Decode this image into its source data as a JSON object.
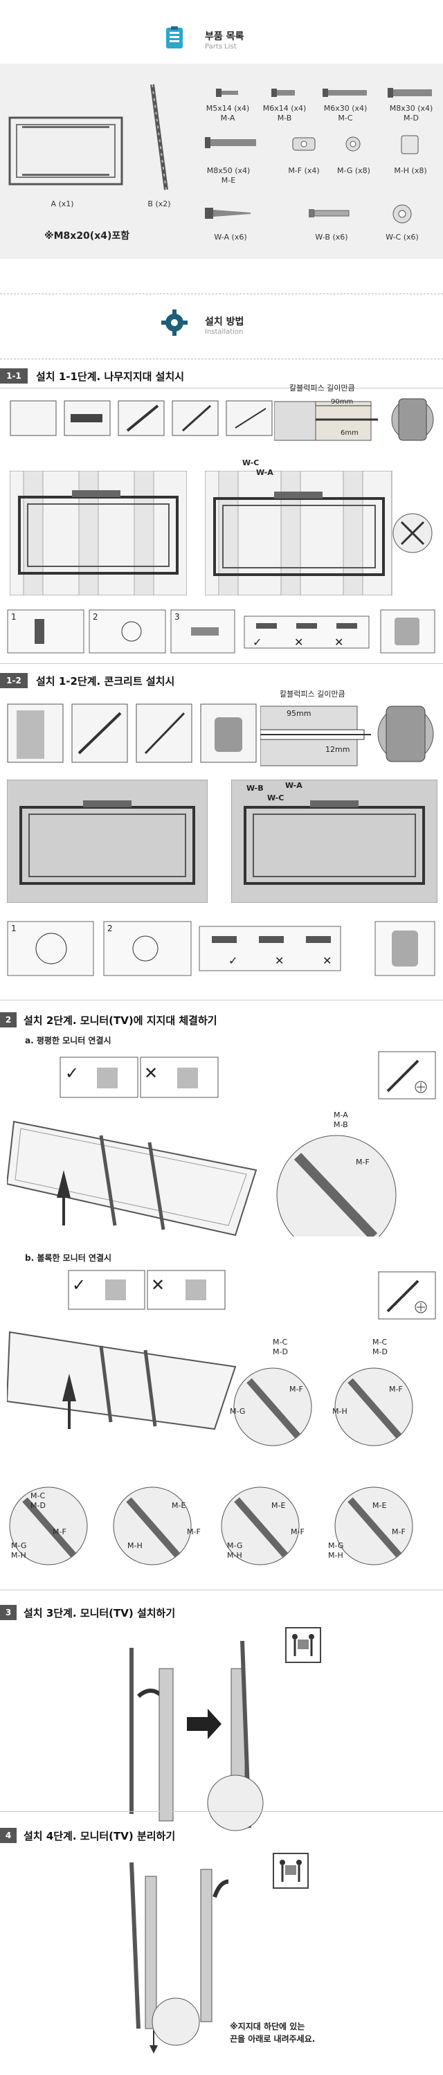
{
  "parts": {
    "title": "부품 목록",
    "subtitle": "Parts List",
    "frame_a": "A (x1)",
    "bracket_b": "B (x2)",
    "note": "※M8x20(x4)포함",
    "items": [
      {
        "size": "M5x14 (x4)",
        "code": "M-A"
      },
      {
        "size": "M6x14 (x4)",
        "code": "M-B"
      },
      {
        "size": "M6x30 (x4)",
        "code": "M-C"
      },
      {
        "size": "M8x30 (x4)",
        "code": "M-D"
      },
      {
        "size": "M8x50 (x4)",
        "code": "M-E"
      },
      {
        "size": "M-F (x4)",
        "code": ""
      },
      {
        "size": "M-G (x8)",
        "code": ""
      },
      {
        "size": "M-H (x8)",
        "code": ""
      },
      {
        "size": "W-A (x6)",
        "code": ""
      },
      {
        "size": "W-B (x6)",
        "code": ""
      },
      {
        "size": "W-C (x6)",
        "code": ""
      }
    ]
  },
  "install": {
    "title": "설치 방법",
    "subtitle": "Installation"
  },
  "step11": {
    "badge": "1-1",
    "title": "설치 1-1단계. 나무지지대 설치시",
    "anchor_note": "칼블럭피스 길이만큼",
    "dim_90": "90mm",
    "dim_6": "6mm",
    "wc": "W-C",
    "wa": "W-A",
    "n1": "1",
    "n2": "2",
    "n3": "3"
  },
  "step12": {
    "badge": "1-2",
    "title": "설치 1-2단계. 콘크리트 설치시",
    "anchor_note": "칼블럭피스 길이만큼",
    "dim_95": "95mm",
    "dim_12": "12mm",
    "wb": "W-B",
    "wc": "W-C",
    "wa": "W-A",
    "n1": "1",
    "n2": "2"
  },
  "step2": {
    "badge": "2",
    "title": "설치 2단계. 모니터(TV)에 지지대 체결하기",
    "sub_a": "a. 평평한 모니터 연결시",
    "sub_b": "b. 볼록한 모니터 연결시",
    "ma": "M-A",
    "mb": "M-B",
    "mc": "M-C",
    "md": "M-D",
    "me": "M-E",
    "mf": "M-F",
    "mg": "M-G",
    "mh": "M-H"
  },
  "step3": {
    "badge": "3",
    "title": "설치 3단계. 모니터(TV) 설치하기"
  },
  "step4": {
    "badge": "4",
    "title": "설치 4단계. 모니터(TV) 분리하기",
    "note1": "※지지대 하단에 있는",
    "note2": "끈을 아래로 내려주세요."
  },
  "marks": {
    "check": "✓",
    "cross": "✕"
  }
}
